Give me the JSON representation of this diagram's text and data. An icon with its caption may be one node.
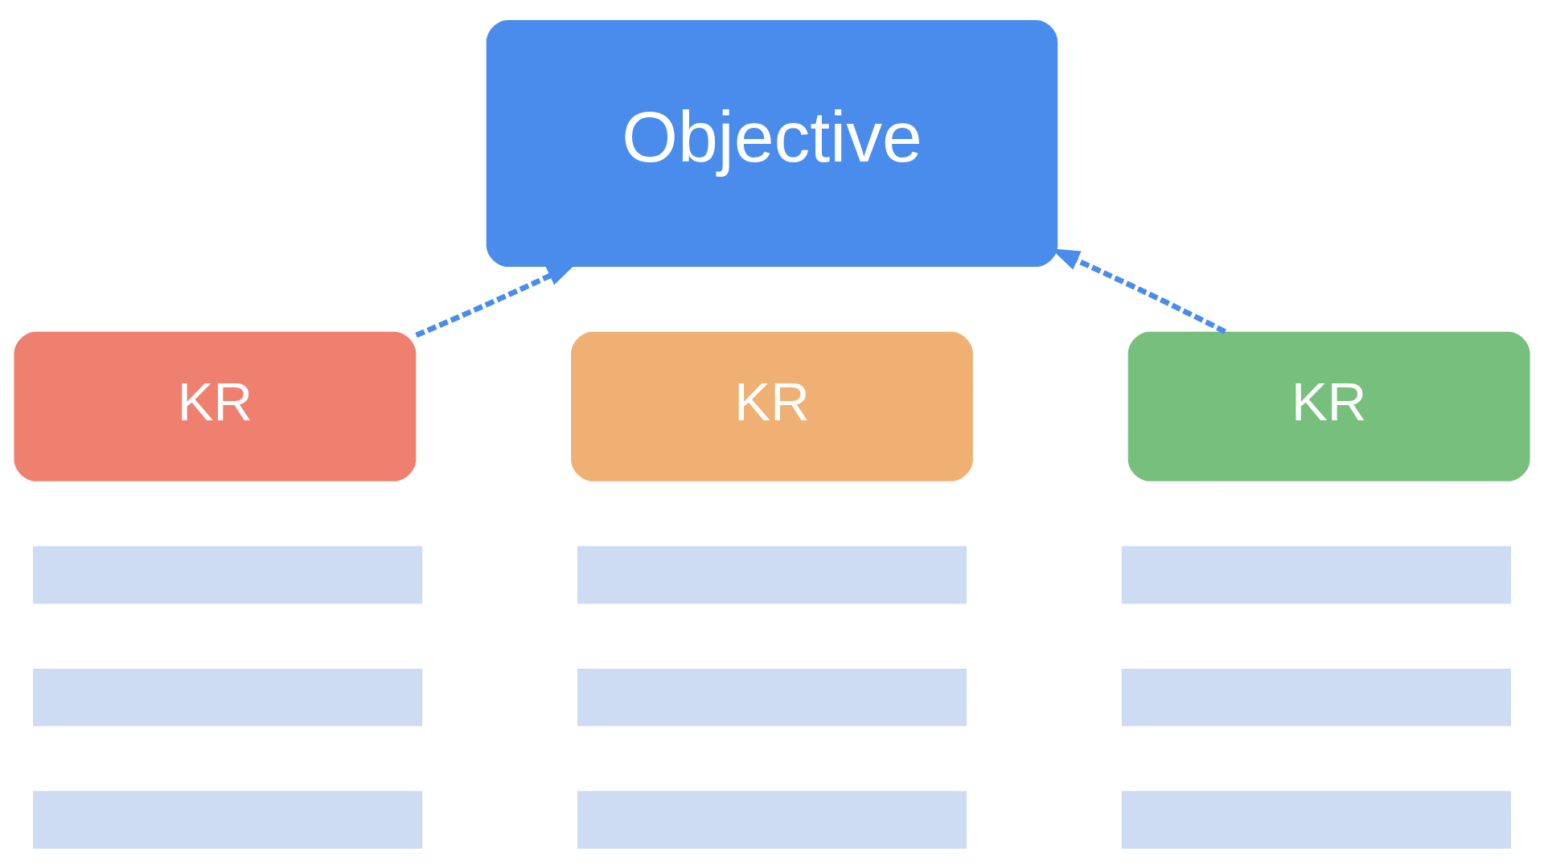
{
  "diagram": {
    "nodes": [
      {
        "text": [
          "Objective"
        ]
      },
      {
        "text": [
          "KR"
        ]
      },
      {
        "text": [
          "KR"
        ]
      },
      {
        "text": [
          "KR"
        ]
      },
      {
        "text": [],
        "shape": "bar"
      },
      {
        "text": [],
        "shape": "bar"
      },
      {
        "text": [],
        "shape": "bar"
      },
      {
        "text": [],
        "shape": "bar"
      },
      {
        "text": [],
        "shape": "bar"
      },
      {
        "text": [],
        "shape": "bar"
      },
      {
        "text": [],
        "shape": "bar"
      },
      {
        "text": [],
        "shape": "bar"
      },
      {
        "text": [],
        "shape": "bar"
      }
    ],
    "edges": [
      {
        "from": 1,
        "to": 0,
        "arrow": "to",
        "style": "dashed"
      },
      {
        "from": 3,
        "to": 0,
        "arrow": "to",
        "style": "dashed"
      }
    ]
  }
}
